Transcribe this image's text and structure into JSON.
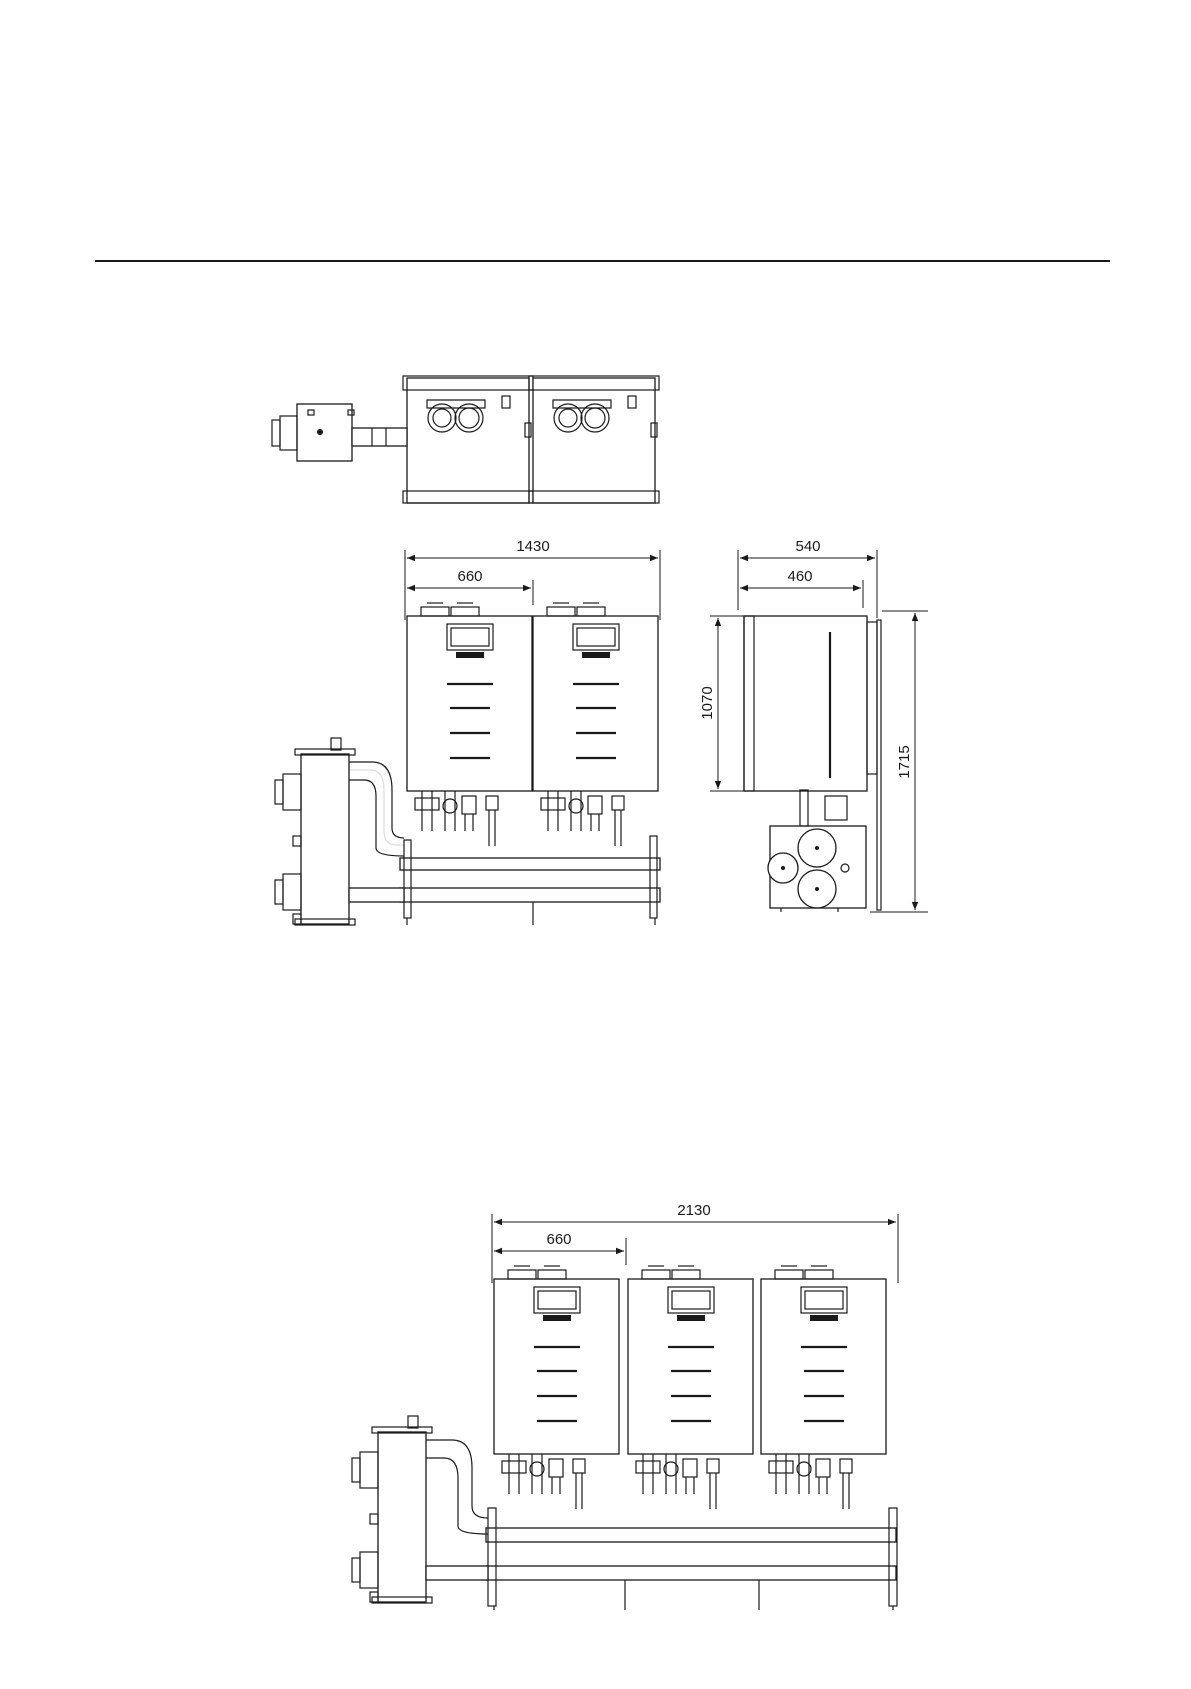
{
  "dimensions": {
    "two_unit_width": "1430",
    "two_unit_module": "660",
    "side_depth_total": "540",
    "side_depth_unit": "460",
    "unit_height": "1070",
    "total_height": "1715",
    "three_unit_width": "2130",
    "three_unit_module": "660"
  }
}
